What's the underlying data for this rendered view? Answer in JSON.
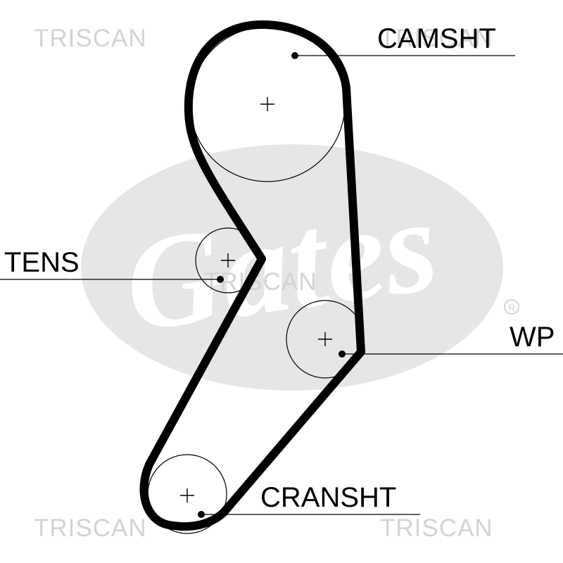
{
  "watermarks": {
    "brand": "TRISCAN",
    "logo": "Gates",
    "registered": "®"
  },
  "labels": {
    "camshaft": "CAMSHT",
    "tensioner": "TENS",
    "water_pump": "WP",
    "crankshaft": "CRANSHT"
  },
  "colors": {
    "belt": "#000000",
    "watermark_text": "#d4d4d4",
    "watermark_logo_oval": "#e6e6e6"
  }
}
